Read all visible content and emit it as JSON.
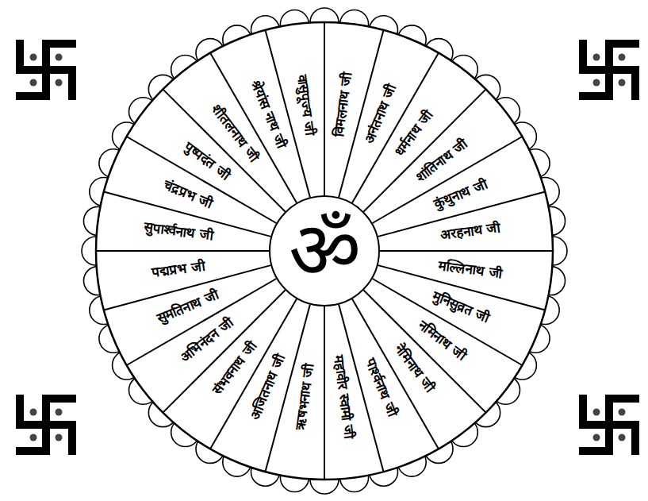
{
  "diagram": {
    "nodes": [
      {
        "text": [
          "ॐ"
        ]
      },
      {
        "text": [
          "ऋषभनाथ जी"
        ]
      },
      {
        "text": [
          "अजितनाथ जी"
        ]
      },
      {
        "text": [
          "संभवनाथ जी"
        ]
      },
      {
        "text": [
          "अभिनंदन जी"
        ]
      },
      {
        "text": [
          "सुमतिनाथ जी"
        ]
      },
      {
        "text": [
          "पद्मप्रभ जी"
        ]
      },
      {
        "text": [
          "सुपार्श्वनाथ जी"
        ]
      },
      {
        "text": [
          "चंद्रप्रभ जी"
        ]
      },
      {
        "text": [
          "पुष्पदंत जी"
        ]
      },
      {
        "text": [
          "शीतलनाथ जी"
        ]
      },
      {
        "text": [
          "श्रेयांस नाथ जी"
        ]
      },
      {
        "text": [
          "वासुपूज्य जी"
        ]
      },
      {
        "text": [
          "विमलनाथ जी"
        ]
      },
      {
        "text": [
          "अनंतनाथ जी"
        ]
      },
      {
        "text": [
          "धर्मनाथ जी"
        ]
      },
      {
        "text": [
          "शांतिनाथ जी"
        ]
      },
      {
        "text": [
          "कुंथुनाथ जी"
        ]
      },
      {
        "text": [
          "अरहनाथ जी"
        ]
      },
      {
        "text": [
          "मल्लिनाथ जी"
        ]
      },
      {
        "text": [
          "मुनिसुव्रत जी"
        ]
      },
      {
        "text": [
          "नमिनाथ जी"
        ]
      },
      {
        "text": [
          "नेमिनाथ जी"
        ]
      },
      {
        "text": [
          "पार्श्वनाथ जी"
        ]
      },
      {
        "text": [
          "महावीर स्वामी जी"
        ]
      }
    ]
  }
}
